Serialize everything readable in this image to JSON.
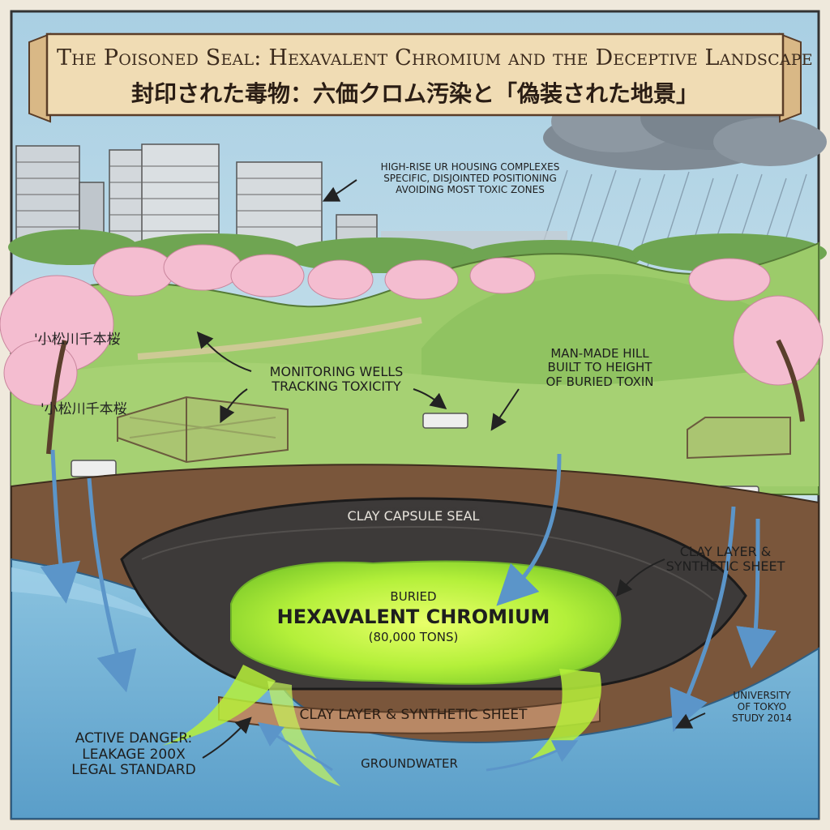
{
  "title": {
    "english": "The Poisoned Seal: Hexavalent Chromium and the Deceptive Landscape",
    "japanese": "封印された毒物：六価クロム汚染と「偽装された地景」"
  },
  "labels": {
    "housing": [
      "High-rise UR housing complexes",
      "Specific, disjointed positioning",
      "Avoiding most toxic zones"
    ],
    "tree_label_1": "'小松川千本桜",
    "tree_label_2": "'小松川千本桜",
    "monitoring_wells": [
      "Monitoring wells",
      "tracking toxicity"
    ],
    "man_made_hill": [
      "Man-made hill",
      "built to height",
      "of buried toxin"
    ],
    "clay_capsule": "Clay capsule seal",
    "clay_layer_right": [
      "Clay layer &",
      "synthetic sheet"
    ],
    "buried_prefix": "Buried",
    "buried_main": "Hexavalent Chromium",
    "buried_amount": "(80,000 tons)",
    "clay_layer_bottom": "Clay layer & synthetic sheet",
    "university": [
      "University",
      "of Tokyo",
      "study 2014"
    ],
    "active_danger": [
      "Active danger:",
      "Leakage 200x",
      "legal standard"
    ],
    "groundwater": "Groundwater"
  },
  "colors": {
    "sky": "#bcd8e6",
    "grass": "#8fc461",
    "soil": "#6b4a33",
    "clay_capsule": "#3e3b3a",
    "toxin": "#b7f23a",
    "groundwater": "#6fb1d6",
    "blossom": "#f2b8cc",
    "banner": "#f0dcb4"
  }
}
